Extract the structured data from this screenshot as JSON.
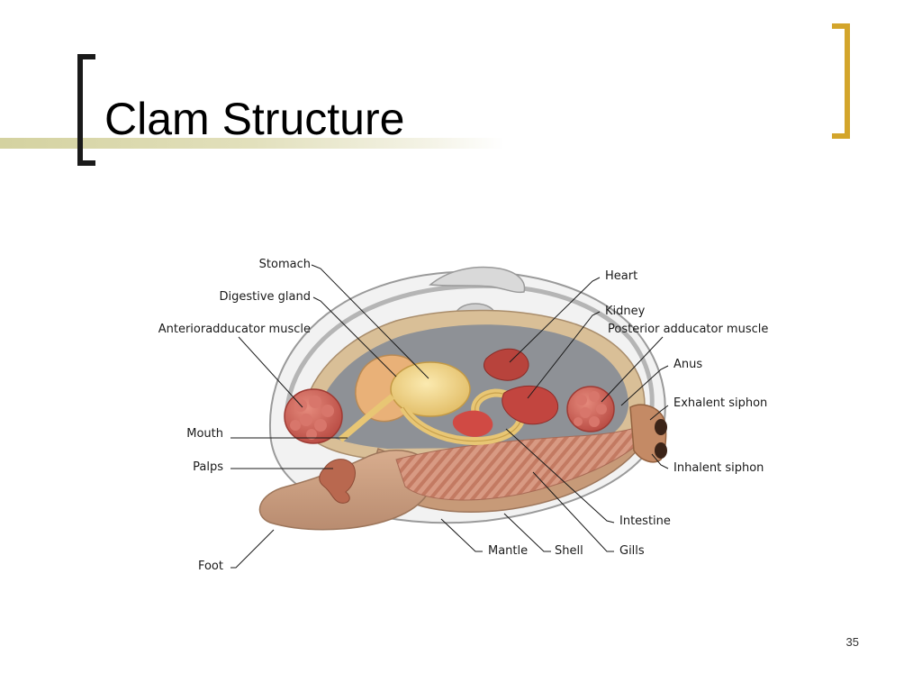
{
  "slide": {
    "title": "Clam Structure",
    "page_number": "35"
  },
  "diagram": {
    "labels": {
      "stomach": "Stomach",
      "digestive_gland": "Digestive gland",
      "anterior_adductor": "Anterioradducator muscle",
      "mouth": "Mouth",
      "palps": "Palps",
      "foot": "Foot",
      "heart": "Heart",
      "kidney": "Kidney",
      "posterior_adductor": "Posterior adducator muscle",
      "anus": "Anus",
      "exhalent_siphon": "Exhalent siphon",
      "inhalent_siphon": "Inhalent siphon",
      "intestine": "Intestine",
      "mantle": "Mantle",
      "shell": "Shell",
      "gills": "Gills"
    }
  },
  "colors": {
    "left_bracket": "#1a1a1a",
    "right_bracket": "#d3a52b",
    "title_band": "#d4d2a0"
  }
}
